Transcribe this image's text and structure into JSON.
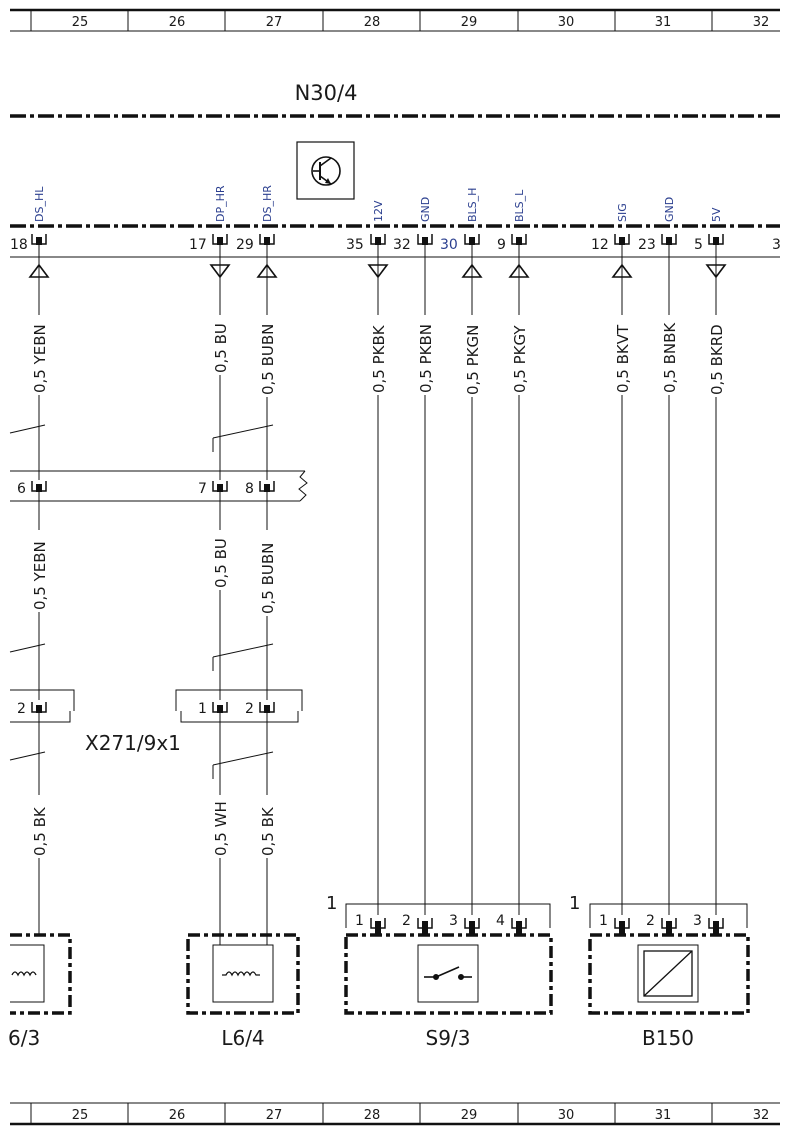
{
  "grid": {
    "top": [
      "25",
      "26",
      "27",
      "28",
      "29",
      "30",
      "31",
      "32"
    ],
    "bottom": [
      "25",
      "26",
      "27",
      "28",
      "29",
      "30",
      "31",
      "32"
    ]
  },
  "module": {
    "name": "N30/4"
  },
  "module_pins": [
    {
      "id": "ds_hl",
      "pin": "18",
      "signal": "DS_HL"
    },
    {
      "id": "dp_hr",
      "pin": "17",
      "signal": "DP_HR"
    },
    {
      "id": "ds_hr",
      "pin": "29",
      "signal": "DS_HR"
    },
    {
      "id": "v12",
      "pin": "35",
      "signal": "12V"
    },
    {
      "id": "gnd1",
      "pin": "32",
      "signal": "GND"
    },
    {
      "id": "bls_h",
      "pin": "30",
      "signal": "BLS_H"
    },
    {
      "id": "bls_l",
      "pin": "9",
      "signal": "BLS_L"
    },
    {
      "id": "sig",
      "pin": "12",
      "signal": "SIG"
    },
    {
      "id": "gnd2",
      "pin": "23",
      "signal": "GND"
    },
    {
      "id": "v5",
      "pin": "5",
      "signal": "5V"
    },
    {
      "id": "edge",
      "pin": "3",
      "signal": ""
    }
  ],
  "wires_upper": [
    {
      "id": "w1",
      "label": "0,5 YEBN"
    },
    {
      "id": "w2",
      "label": "0,5 BU"
    },
    {
      "id": "w3",
      "label": "0,5 BUBN"
    },
    {
      "id": "w4",
      "label": "0,5 PKBK"
    },
    {
      "id": "w5",
      "label": "0,5 PKBN"
    },
    {
      "id": "w6",
      "label": "0,5 PKGN"
    },
    {
      "id": "w7",
      "label": "0,5 PKGY"
    },
    {
      "id": "w8",
      "label": "0,5 BKVT"
    },
    {
      "id": "w9",
      "label": "0,5 BNBK"
    },
    {
      "id": "w10",
      "label": "0,5 BKRD"
    }
  ],
  "connector_mid": {
    "pins": [
      "6",
      "7",
      "8"
    ]
  },
  "wires_middle": [
    {
      "id": "m1",
      "label": "0,5 YEBN"
    },
    {
      "id": "m2",
      "label": "0,5 BU"
    },
    {
      "id": "m3",
      "label": "0,5 BUBN"
    }
  ],
  "connector_x271": {
    "name": "X271/9x1",
    "pins": [
      "2",
      "1",
      "2"
    ]
  },
  "wires_lower": [
    {
      "id": "l1",
      "label": "0,5 BK"
    },
    {
      "id": "l2",
      "label": "0,5 WH"
    },
    {
      "id": "l3",
      "label": "0,5 BK"
    }
  ],
  "components": [
    {
      "id": "l63",
      "name": "6/3",
      "pins": []
    },
    {
      "id": "l64",
      "name": "L6/4",
      "pins": []
    },
    {
      "id": "s93",
      "name": "S9/3",
      "pins": [
        "1",
        "2",
        "3",
        "4"
      ],
      "connector": "1"
    },
    {
      "id": "b150",
      "name": "B150",
      "pins": [
        "1",
        "2",
        "3"
      ],
      "connector": "1"
    }
  ]
}
